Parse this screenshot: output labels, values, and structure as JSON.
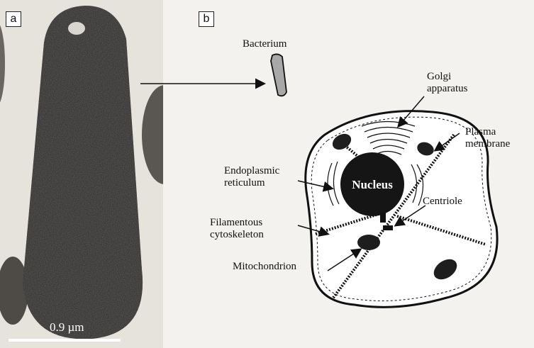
{
  "figure": {
    "panel_a_tag": "a",
    "panel_b_tag": "b",
    "scale_bar_label": "0.9 µm",
    "labels": {
      "bacterium": "Bacterium",
      "golgi": "Golgi\napparatus",
      "plasma": "Plasma\nmembrane",
      "er": "Endoplasmic\nreticulum",
      "nucleus": "Nucleus",
      "centriole": "Centriole",
      "filament": "Filamentous\ncytoskeleton",
      "mito": "Mitochondrion"
    }
  },
  "colors": {
    "ink": "#111111",
    "bacterium_fill": "#a8a8a8",
    "photo_dark": "#2b2b2b"
  }
}
